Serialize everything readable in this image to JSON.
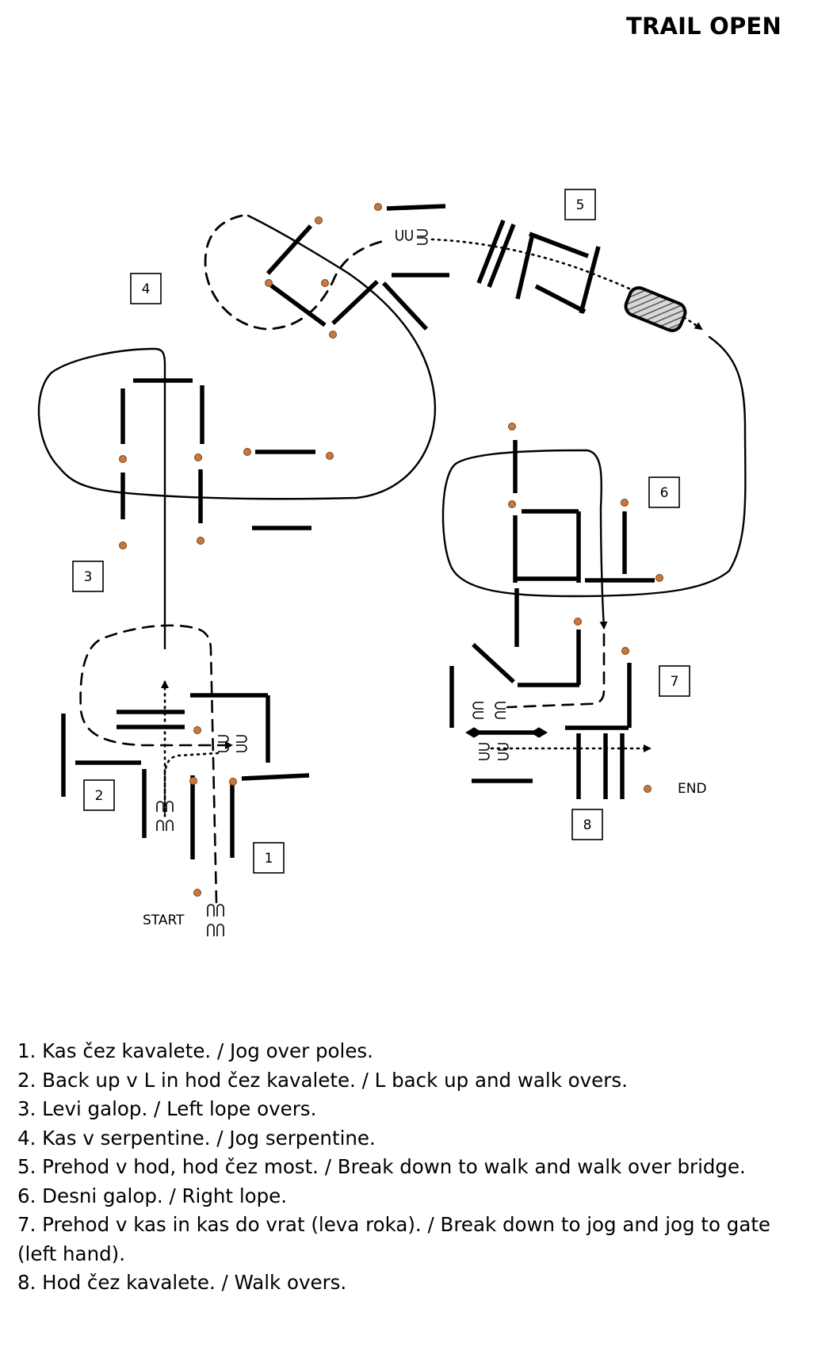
{
  "title": "TRAIL OPEN",
  "course": {
    "obstacle_numbers": [
      "1",
      "2",
      "3",
      "4",
      "5",
      "6",
      "7",
      "8"
    ],
    "start_label": "START",
    "end_label": "END"
  },
  "instructions": [
    "1. Kas čez kavalete. / Jog over poles.",
    "2. Back up v L in hod čez kavalete. / L back up and walk overs.",
    "3. Levi galop. / Left lope overs.",
    "4. Kas v serpentine. / Jog serpentine.",
    "5. Prehod v hod, hod čez most. / Break down to walk and walk over bridge.",
    "6. Desni galop. / Right lope.",
    "7. Prehod v kas in kas do vrat (leva roka). / Break down to jog and jog to gate (left hand).",
    "8. Hod čez kavalete. / Walk overs."
  ]
}
